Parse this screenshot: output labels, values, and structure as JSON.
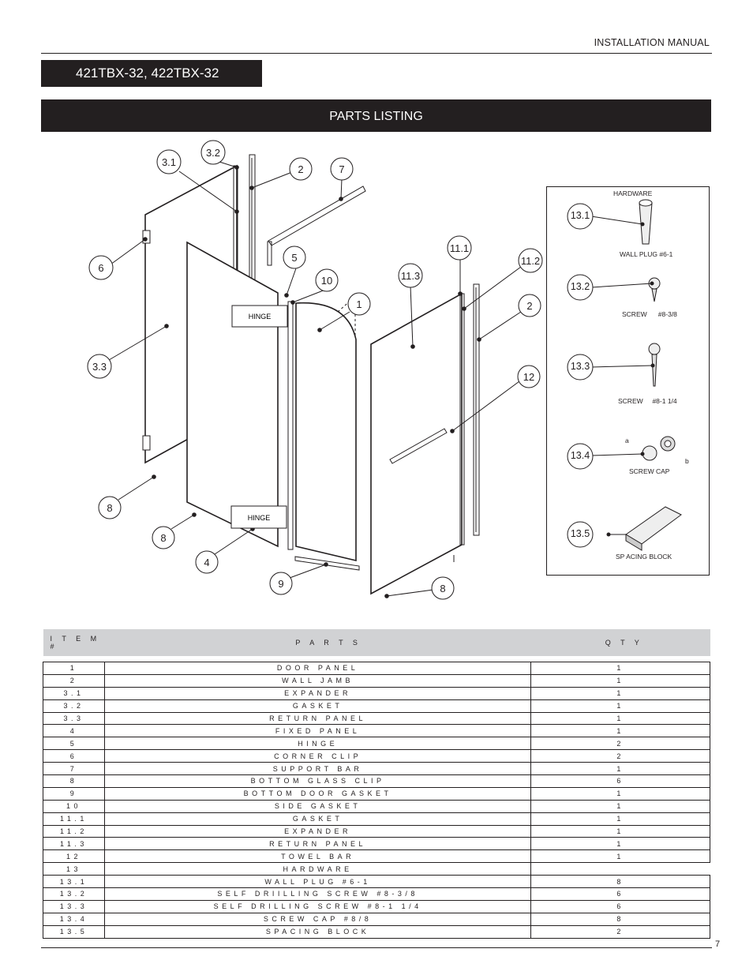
{
  "header": {
    "manual_label": "INSTALLATION  MANUAL",
    "model": "421TBX-32, 422TBX-32",
    "section": "PARTS LISTING"
  },
  "diagram": {
    "callouts": {
      "c31": "3.1",
      "c32": "3.2",
      "c2a": "2",
      "c7": "7",
      "c6": "6",
      "c5": "5",
      "c10": "10",
      "c1": "1",
      "c111": "11.1",
      "c112": "11.2",
      "c113": "11.3",
      "c2b": "2",
      "c33": "3.3",
      "c12": "12",
      "c8a": "8",
      "c8b": "8",
      "c4": "4",
      "c9": "9",
      "c8c": "8"
    },
    "hinge_top": "HINGE",
    "hinge_bottom": "HINGE"
  },
  "hardware": {
    "title": "HARDWARE",
    "items": [
      {
        "num": "13.1",
        "label": "WALL  PLUG #6-1"
      },
      {
        "num": "13.2",
        "label": "SCREW      #8-3/8"
      },
      {
        "num": "13.3",
        "label": "SCREW     #8-1 1/4"
      },
      {
        "num": "13.4",
        "label": "SCREW CAP",
        "a": "a",
        "b": "b"
      },
      {
        "num": "13.5",
        "label": "SP ACING BLOCK"
      }
    ]
  },
  "table": {
    "headers": {
      "item": "I T E M  #",
      "parts": "P A R T S",
      "qty": "Q T Y"
    },
    "rows": [
      {
        "item": "1",
        "part": "DOOR PANEL",
        "qty": "1"
      },
      {
        "item": "2",
        "part": "WALL JAMB",
        "qty": "1"
      },
      {
        "item": "3.1",
        "part": "EXPANDER",
        "qty": "1"
      },
      {
        "item": "3.2",
        "part": "GASKET",
        "qty": "1"
      },
      {
        "item": "3.3",
        "part": "RETURN PANEL",
        "qty": "1"
      },
      {
        "item": "4",
        "part": "FIXED PANEL",
        "qty": "1"
      },
      {
        "item": "5",
        "part": "HINGE",
        "qty": "2"
      },
      {
        "item": "6",
        "part": "CORNER CLIP",
        "qty": "2"
      },
      {
        "item": "7",
        "part": "SUPPORT BAR",
        "qty": "1"
      },
      {
        "item": "8",
        "part": "BOTTOM GLASS CLIP",
        "qty": "6"
      },
      {
        "item": "9",
        "part": "BOTTOM DOOR GASKET",
        "qty": "1"
      },
      {
        "item": "10",
        "part": "SIDE GASKET",
        "qty": "1"
      },
      {
        "item": "11.1",
        "part": "GASKET",
        "qty": "1"
      },
      {
        "item": "11.2",
        "part": "EXPANDER",
        "qty": "1"
      },
      {
        "item": "11.3",
        "part": "RETURN PANEL",
        "qty": "1"
      },
      {
        "item": "12",
        "part": "TOWEL BAR",
        "qty": "1"
      },
      {
        "item": "13",
        "part": "HARDWARE",
        "qty": ""
      },
      {
        "item": "13.1",
        "part": "WALL PLUG #6-1",
        "qty": "8"
      },
      {
        "item": "13.2",
        "part": "SELF DRIILLING SCREW  #8-3/8",
        "qty": "6"
      },
      {
        "item": "13.3",
        "part": "SELF DRILLING SCREW   #8-1 1/4",
        "qty": "6"
      },
      {
        "item": "13.4",
        "part": "SCREW CAP #8/8",
        "qty": "8"
      },
      {
        "item": "13.5",
        "part": "SPACING BLOCK",
        "qty": "2"
      }
    ]
  },
  "footer": {
    "page": "7"
  }
}
